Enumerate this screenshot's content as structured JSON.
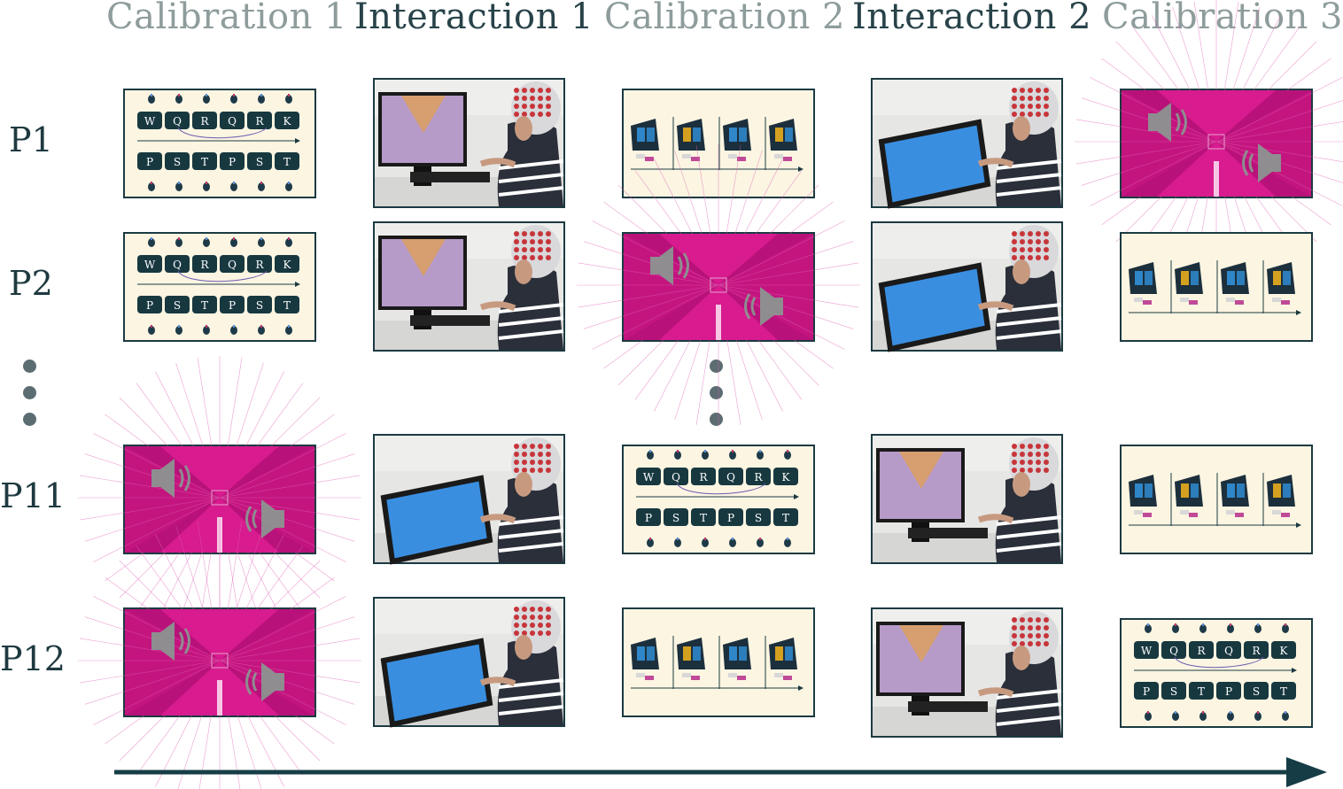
{
  "headers": [
    "Calibration 1",
    "Interaction 1",
    "Calibration 2",
    "Interaction 2",
    "Calibration 3"
  ],
  "rows": [
    {
      "label": "P1",
      "cells": [
        "sequence",
        "photo-desktop",
        "screens",
        "photo-tablet",
        "audio"
      ]
    },
    {
      "label": "P2",
      "cells": [
        "sequence",
        "photo-desktop",
        "audio",
        "photo-tablet",
        "screens"
      ]
    },
    {
      "label": "P11",
      "cells": [
        "audio",
        "photo-tablet",
        "sequence",
        "photo-desktop",
        "screens"
      ]
    },
    {
      "label": "P12",
      "cells": [
        "audio",
        "photo-tablet",
        "screens",
        "photo-desktop",
        "sequence"
      ]
    }
  ],
  "sequence": {
    "top_letters": [
      "W",
      "Q",
      "R",
      "Q",
      "R",
      "K"
    ],
    "bottom_letters": [
      "P",
      "S",
      "T",
      "P",
      "S",
      "T"
    ]
  },
  "colors": {
    "calibration_header": "#8e9c9c",
    "interaction_header": "#284349",
    "frame": "#1c3a42",
    "cream": "#fbf5e2",
    "magenta": "#c4157f",
    "arrow": "#163d46"
  }
}
